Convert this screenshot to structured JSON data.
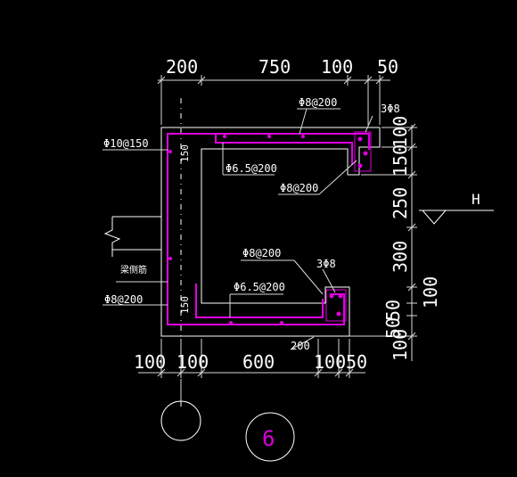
{
  "drawing": {
    "dims_top": [
      "200",
      "750",
      "100",
      "50"
    ],
    "dims_bottom": [
      "100",
      "100",
      "600",
      "100",
      "50"
    ],
    "dims_right": [
      "100",
      "150",
      "250",
      "300",
      "100",
      "50",
      "50",
      "100"
    ],
    "dim_inner_bottom": "200",
    "dim_inner_left_top": "150",
    "dim_inner_left_bottom": "150",
    "labels": {
      "top_rebar": "Φ8@200",
      "corner_top": "3Φ8",
      "left_top": "Φ10@150",
      "stirrup_top": "Φ6.5@200",
      "slope_top": "Φ8@200",
      "mid_rebar": "Φ8@200",
      "corner_bottom": "3Φ8",
      "stirrup_bottom": "Φ6.5@200",
      "left_bottom": "Φ8@200",
      "left_note": "梁侧筋"
    },
    "level_mark": "H",
    "section_number": "6"
  }
}
